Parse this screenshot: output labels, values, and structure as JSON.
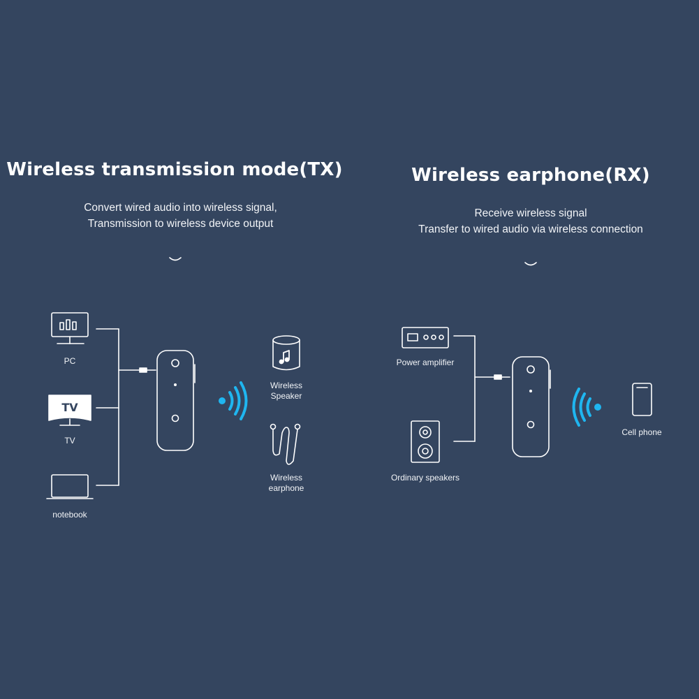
{
  "tx": {
    "title": "Wireless transmission mode(TX)",
    "description": [
      "Convert wired audio into wireless signal,",
      "Transmission to wireless device output"
    ],
    "sources": [
      {
        "label": "PC",
        "icon": "monitor-icon"
      },
      {
        "label": "TV",
        "icon": "tv-icon",
        "screen_text": "TV"
      },
      {
        "label": "notebook",
        "icon": "laptop-icon"
      }
    ],
    "outputs": [
      {
        "label": [
          "Wireless",
          "Speaker"
        ],
        "icon": "speaker-icon"
      },
      {
        "label": [
          "Wireless",
          "earphone"
        ],
        "icon": "earphone-icon"
      }
    ]
  },
  "rx": {
    "title": "Wireless earphone(RX)",
    "description": [
      "Receive wireless signal",
      "Transfer to wired audio via wireless connection"
    ],
    "outputs": [
      {
        "label": "Power amplifier",
        "icon": "amplifier-icon"
      },
      {
        "label": "Ordinary speakers",
        "icon": "loudspeaker-icon"
      }
    ],
    "source": {
      "label": "Cell phone",
      "icon": "phone-icon"
    }
  },
  "colors": {
    "background": "#34455f",
    "signal": "#1fb6f0",
    "line": "#ffffff"
  }
}
